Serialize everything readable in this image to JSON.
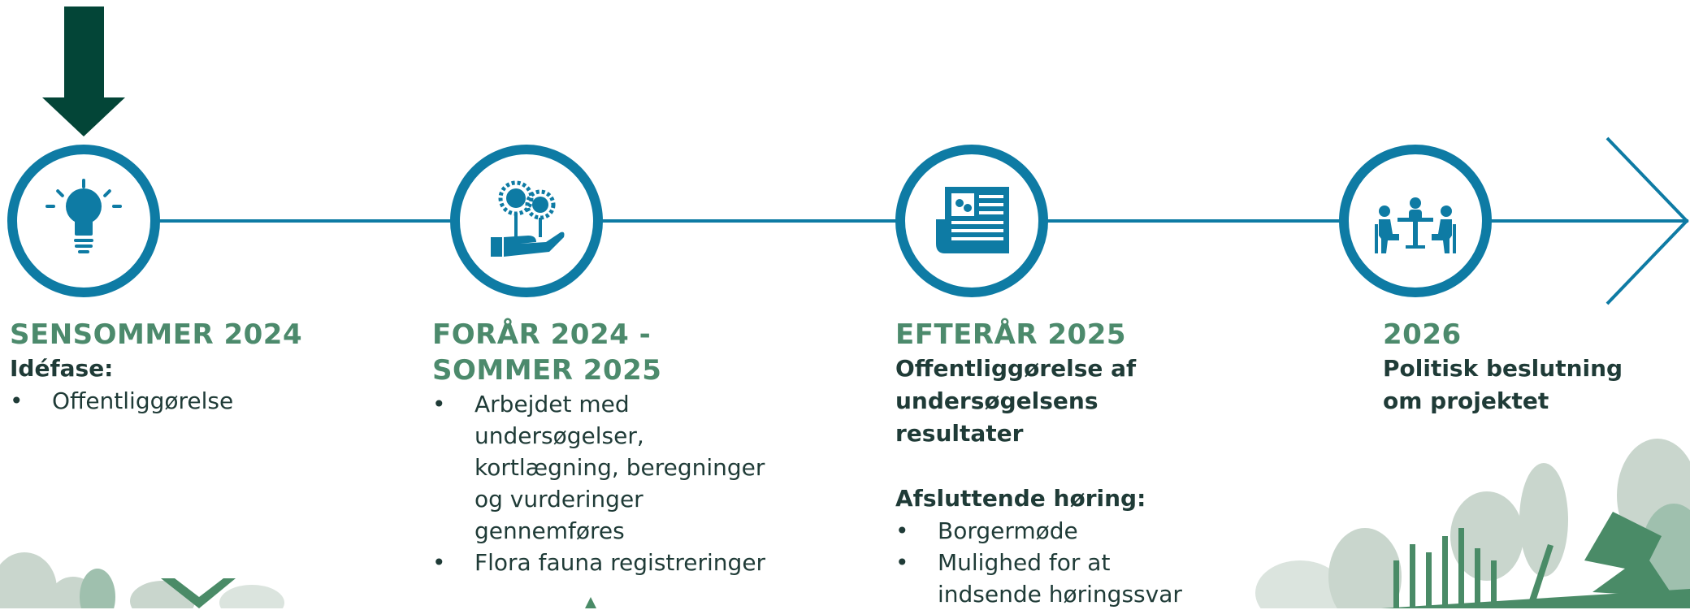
{
  "colors": {
    "timeline_blue": "#0e7ba4",
    "arrow_dark_green": "#034537",
    "title_green": "#4c8a6c",
    "text_dark": "#1f3b37",
    "tree_light": "#c9d6cd",
    "tree_mid": "#9fc0ae",
    "tree_dark": "#4a8b67"
  },
  "current_marker": {
    "icon": "down-arrow",
    "position_label": "SENSOMMER 2024"
  },
  "milestones": [
    {
      "icon": "lightbulb-icon",
      "title": "SENSOMMER 2024",
      "subtitle": "Idéfase:",
      "bullets": [
        "Offentliggørelse"
      ]
    },
    {
      "icon": "hand-flower-icon",
      "title_lines": [
        "FORÅR 2024 -",
        "SOMMER 2025"
      ],
      "bullets": [
        [
          "Arbejdet med",
          "undersøgelser,",
          "kortlægning, beregninger",
          "og vurderinger",
          "gennemføres"
        ],
        [
          "Flora fauna registreringer"
        ]
      ]
    },
    {
      "icon": "newspaper-icon",
      "title": "EFTERÅR 2025",
      "subtitle_lines": [
        "Offentliggørelse af",
        "undersøgelsens",
        "resultater"
      ],
      "subtitle2": "Afsluttende høring:",
      "bullets": [
        [
          "Borgermøde"
        ],
        [
          "Mulighed for at",
          "indsende høringssvar"
        ]
      ]
    },
    {
      "icon": "meeting-icon",
      "title": "2026",
      "subtitle_lines": [
        "Politisk beslutning",
        "om projektet"
      ]
    }
  ]
}
